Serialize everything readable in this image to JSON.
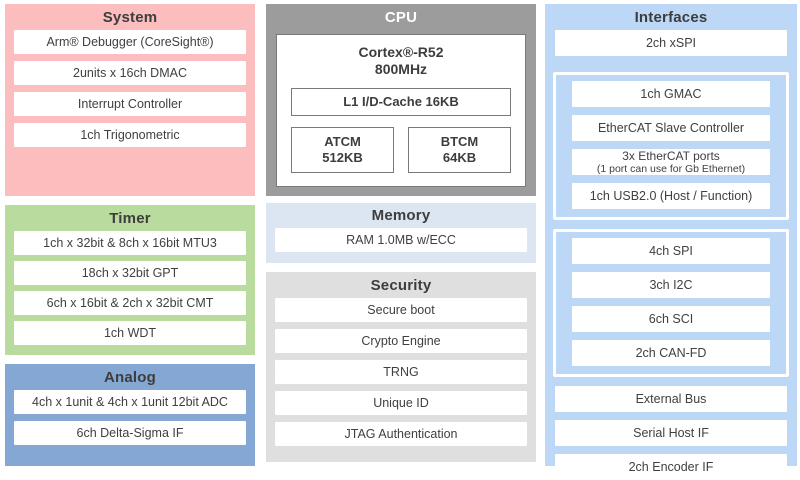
{
  "colors": {
    "system_bg": "#FBBDBD",
    "timer_bg": "#BADB9E",
    "analog_bg": "#85A7D3",
    "cpu_bg": "#9C9C9C",
    "memory_bg": "#DCE6F2",
    "security_bg": "#DFDFDF",
    "interfaces_bg": "#BDD8F6",
    "row_bg": "#FFFFFF",
    "text": "#404040"
  },
  "blocks": {
    "system": {
      "title": "System",
      "items": [
        "Arm® Debugger (CoreSight®)",
        "2units x 16ch DMAC",
        "Interrupt Controller",
        "1ch Trigonometric"
      ]
    },
    "timer": {
      "title": "Timer",
      "items": [
        "1ch x 32bit & 8ch x 16bit MTU3",
        "18ch x 32bit GPT",
        "6ch x 16bit & 2ch x 32bit CMT",
        "1ch WDT"
      ]
    },
    "analog": {
      "title": "Analog",
      "items": [
        "4ch x 1unit & 4ch x 1unit 12bit ADC",
        "6ch Delta-Sigma IF"
      ]
    },
    "cpu": {
      "title": "CPU",
      "core_name": "Cortex®-R52",
      "core_freq": "800MHz",
      "cache": "L1 I/D-Cache 16KB",
      "atcm_name": "ATCM",
      "atcm_size": "512KB",
      "btcm_name": "BTCM",
      "btcm_size": "64KB"
    },
    "memory": {
      "title": "Memory",
      "items": [
        "RAM 1.0MB w/ECC"
      ]
    },
    "security": {
      "title": "Security",
      "items": [
        "Secure boot",
        "Crypto Engine",
        "TRNG",
        "Unique ID",
        "JTAG Authentication"
      ]
    },
    "interfaces": {
      "title": "Interfaces",
      "top_item": "2ch xSPI",
      "network_group_item1": "1ch GMAC",
      "network_group_item2": "EtherCAT Slave Controller",
      "ethercat_ports_line1": "3x EtherCAT ports",
      "ethercat_ports_line2": "(1 port can use for Gb Ethernet)",
      "usb_item": "1ch USB2.0 (Host / Function)",
      "serial_group": [
        "4ch SPI",
        "3ch I2C",
        "6ch SCI",
        "2ch CAN-FD"
      ],
      "bottom_items": [
        "External Bus",
        "Serial Host IF",
        "2ch Encoder IF"
      ]
    }
  }
}
